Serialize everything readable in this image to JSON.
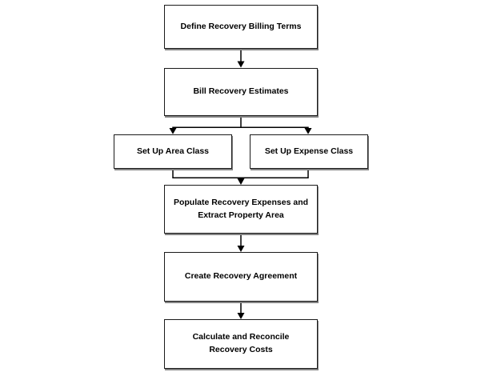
{
  "diagram": {
    "type": "flowchart",
    "background_color": "#ffffff",
    "box_fill_color": "#ffffff",
    "box_border_color": "#1a1a1a",
    "box_shadow_color": "#828282",
    "connector_color": "#000000",
    "text_color": "#000000",
    "nodes": [
      {
        "id": "define-recovery-billing-terms",
        "label": "Define Recovery Billing Terms"
      },
      {
        "id": "bill-recovery-estimates",
        "label": "Bill Recovery Estimates"
      },
      {
        "id": "set-up-area-class",
        "label": "Set Up Area Class"
      },
      {
        "id": "set-up-expense-class",
        "label": "Set Up Expense Class"
      },
      {
        "id": "populate-recovery-expenses-and-extract-property-area",
        "label": "Populate Recovery Expenses and Extract Property Area"
      },
      {
        "id": "create-recovery-agreement",
        "label": "Create Recovery Agreement"
      },
      {
        "id": "calculate-and-reconcile-recovery-costs",
        "label": "Calculate and Reconcile Recovery Costs"
      }
    ],
    "edges": [
      {
        "from": "define-recovery-billing-terms",
        "to": "bill-recovery-estimates"
      },
      {
        "from": "bill-recovery-estimates",
        "to": "set-up-area-class"
      },
      {
        "from": "bill-recovery-estimates",
        "to": "set-up-expense-class"
      },
      {
        "from": "set-up-area-class",
        "to": "populate-recovery-expenses-and-extract-property-area"
      },
      {
        "from": "set-up-expense-class",
        "to": "populate-recovery-expenses-and-extract-property-area"
      },
      {
        "from": "populate-recovery-expenses-and-extract-property-area",
        "to": "create-recovery-agreement"
      },
      {
        "from": "create-recovery-agreement",
        "to": "calculate-and-reconcile-recovery-costs"
      }
    ]
  }
}
